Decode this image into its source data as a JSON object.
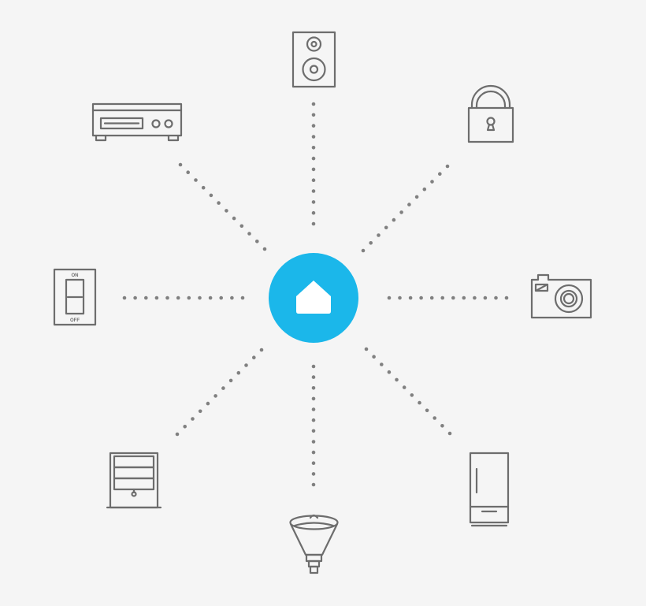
{
  "hub": {
    "icon": "home-icon",
    "color": "#1bb7ea"
  },
  "connector": {
    "style": "dotted",
    "color": "#808080"
  },
  "devices": [
    {
      "name": "speaker-icon"
    },
    {
      "name": "lock-icon"
    },
    {
      "name": "camera-icon"
    },
    {
      "name": "refrigerator-icon"
    },
    {
      "name": "light-bulb-icon"
    },
    {
      "name": "window-shade-icon"
    },
    {
      "name": "light-switch-icon"
    },
    {
      "name": "receiver-icon"
    }
  ],
  "switch_labels": {
    "on": "ON",
    "off": "OFF"
  }
}
